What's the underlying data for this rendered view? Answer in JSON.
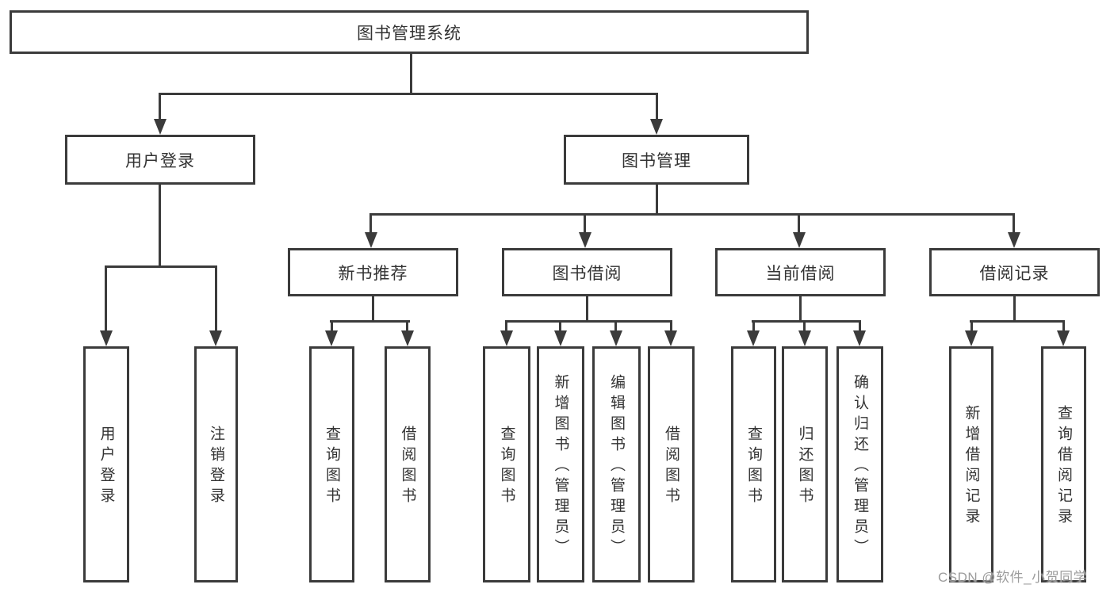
{
  "diagram_type": "hierarchy-tree",
  "colors": {
    "line": "#3b3b3b",
    "box_border": "#3b3b3b",
    "text": "#333333",
    "background": "#ffffff",
    "watermark": "#9c9c9c"
  },
  "tree": {
    "label": "图书管理系统",
    "children": [
      {
        "label": "用户登录",
        "children": [
          {
            "label": "用户登录"
          },
          {
            "label": "注销登录"
          }
        ]
      },
      {
        "label": "图书管理",
        "children": [
          {
            "label": "新书推荐",
            "children": [
              {
                "label": "查询图书"
              },
              {
                "label": "借阅图书"
              }
            ]
          },
          {
            "label": "图书借阅",
            "children": [
              {
                "label": "查询图书"
              },
              {
                "label": "新增图书（管理员）"
              },
              {
                "label": "编辑图书（管理员）"
              },
              {
                "label": "借阅图书"
              }
            ]
          },
          {
            "label": "当前借阅",
            "children": [
              {
                "label": "查询图书"
              },
              {
                "label": "归还图书"
              },
              {
                "label": "确认归还（管理员）"
              }
            ]
          },
          {
            "label": "借阅记录",
            "children": [
              {
                "label": "新增借阅记录"
              },
              {
                "label": "查询借阅记录"
              }
            ]
          }
        ]
      }
    ]
  },
  "watermark": "CSDN @软件_小贺同学"
}
